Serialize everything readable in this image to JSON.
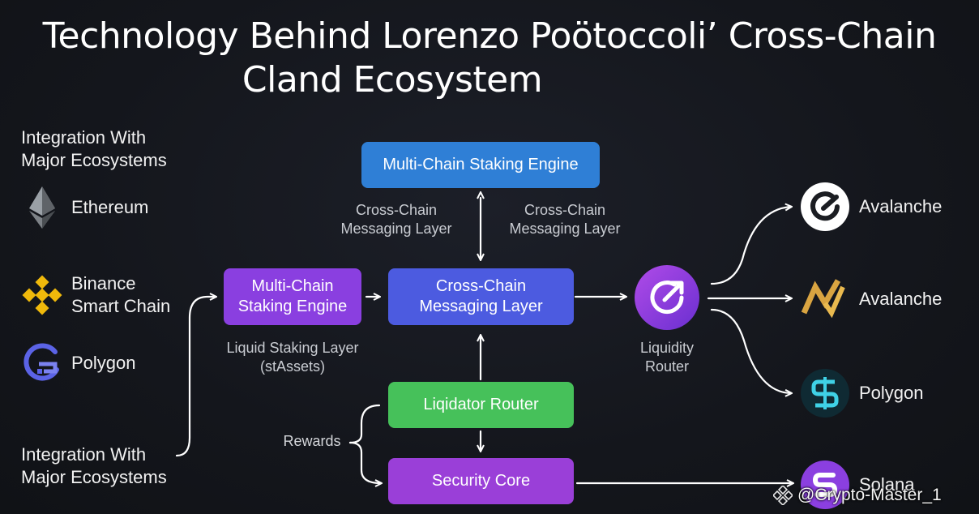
{
  "title_line1": "Technology Behind Lorenzo Poötoccoli’ Cross-Chain",
  "title_line2": "Cland Ecosystem",
  "left": {
    "heading_top": [
      "Integration With",
      "Major Ecosystems"
    ],
    "heading_bottom": [
      "Integration With",
      "Major Ecosystems"
    ],
    "chains": {
      "ethereum": "Ethereum",
      "binance": [
        "Binance",
        "Smart Chain"
      ],
      "polygon": "Polygon"
    }
  },
  "center": {
    "top_engine": "Multi-Chain Staking Engine",
    "messaging_left": [
      "Cross-Chain",
      "Messaging Layer"
    ],
    "messaging_right": [
      "Cross-Chain",
      "Messaging Layer"
    ],
    "staking_engine": [
      "Multi-Chain",
      "Staking Engine"
    ],
    "messaging_box": [
      "Cross-Chain",
      "Messaging Layer"
    ],
    "liquid_staking": [
      "Liquid Staking Layer",
      "(stAssets)"
    ],
    "liqidator_router": "Liqidator Router",
    "rewards": "Rewards",
    "security_core": "Security Core"
  },
  "router": {
    "label": [
      "Liquidity",
      "Router"
    ]
  },
  "right": {
    "avalanche_1": "Avalanche",
    "avalanche_2": "Avalanche",
    "polygon": "Polygon",
    "solana": "Solana"
  },
  "watermark": "@Crypto-Master_1",
  "colors": {
    "blue": "#2f7fd6",
    "indigo": "#4c5be0",
    "purple": "#8a3fe0",
    "green": "#46c15a",
    "violet": "#9a3fd8"
  },
  "icons": {
    "ethereum": "ethereum-icon",
    "binance": "binance-icon",
    "polygon_left": "polygon-g-icon",
    "router": "refresh-arrow-icon",
    "avalanche_1": "avalanche-circle-icon",
    "avalanche_2": "avalanche-zigzag-icon",
    "polygon_right": "polygon-s-icon",
    "solana": "solana-s-icon",
    "watermark": "binance-square-icon"
  }
}
